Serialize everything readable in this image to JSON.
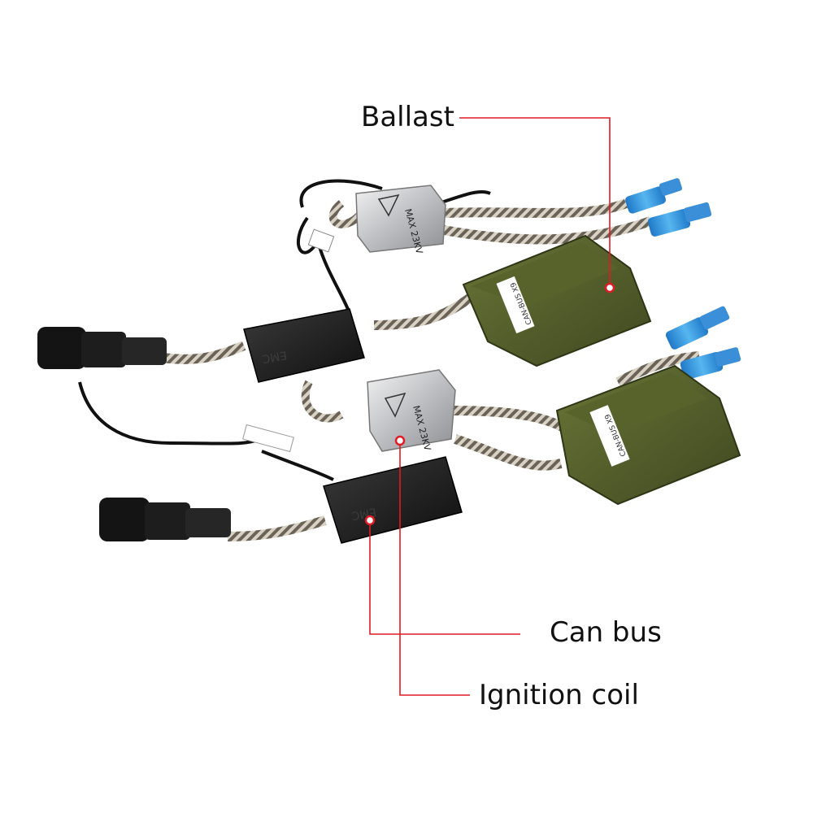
{
  "callouts": {
    "ballast": "Ballast",
    "can_bus": "Can bus",
    "ignition_coil": "Ignition coil"
  },
  "product_print": {
    "ballast_model": "CAN-BUS X9",
    "coil_warning": "MAX 23KV",
    "canbus_box_text": "EMC"
  },
  "colors": {
    "background": "#ffffff",
    "callout_line": "#e01b24",
    "ballast_body": "#4f5a2a",
    "canbus_body": "#1b1b1b",
    "coil_body": "#cfd0d2",
    "connector_blue": "#3fa0e0"
  }
}
